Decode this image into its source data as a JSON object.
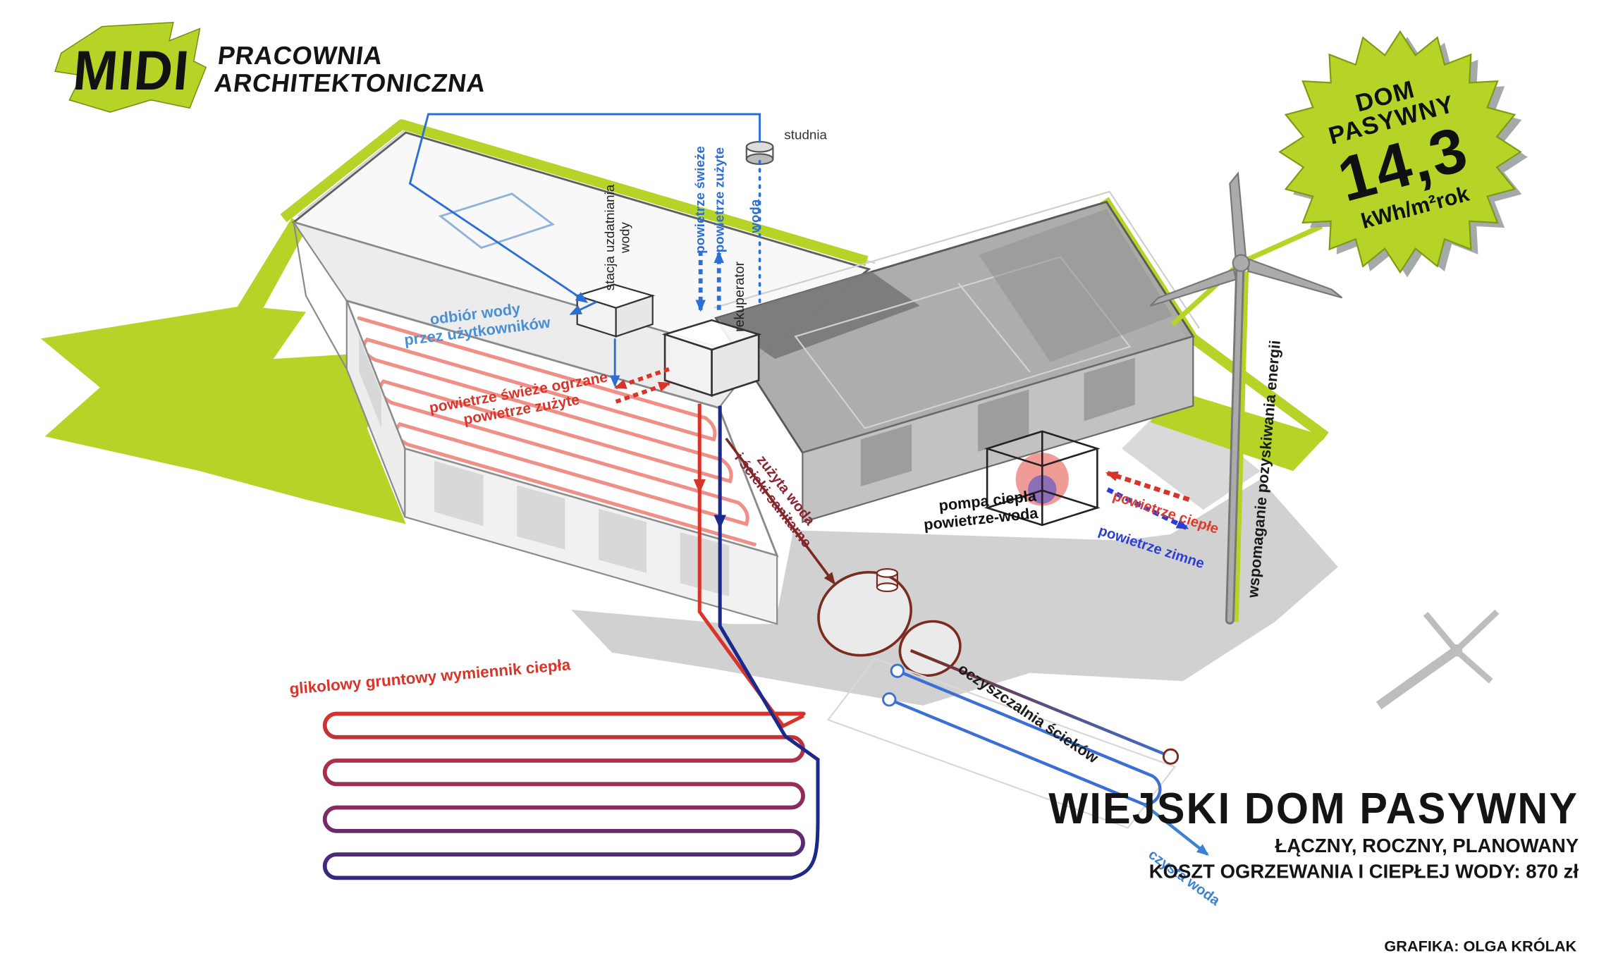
{
  "logo": {
    "brand": "MIDI",
    "studio_line1": "PRACOWNIA",
    "studio_line2": "ARCHITEKTONICZNA"
  },
  "badge": {
    "line1": "DOM",
    "line2": "PASYWNY",
    "value": "14,3",
    "unit": "kWh/m²rok"
  },
  "diagram": {
    "labels": {
      "studnia": "studnia",
      "woda": "woda",
      "powietrze_swieze": "powietrze świeże",
      "powietrze_zuzyte": "powietrze zużyte",
      "stacja_line1": "stacja uzdatniania",
      "stacja_line2": "wody",
      "rekuperator": "rekuperator",
      "odbior_line1": "odbiór wody",
      "odbior_line2": "przez użytkowników",
      "ogrzane_line1": "powietrze świeże ogrzane",
      "ogrzane_line2": "powietrze zużyte",
      "zuzyta_line1": "zużyta woda",
      "zuzyta_line2": "i ścieki sanitarne",
      "pompa_line1": "pompa ciepła",
      "pompa_line2": "powietrze-woda",
      "cieple": "powietrze ciepłe",
      "zimne": "powietrze zimne",
      "glikol": "glikolowy gruntowy wymiennik ciepła",
      "oczyszczalnia": "oczyszczalnia ścieków",
      "czysta": "czysta woda",
      "wspomaganie": "wspomaganie pozyskiwania energii"
    }
  },
  "title_block": {
    "title": "WIEJSKI DOM PASYWNY",
    "subtitle_line1": "ŁĄCZNY, ROCZNY, PLANOWANY",
    "subtitle_line2": "KOSZT OGRZEWANIA I CIEPŁEJ WODY: 870 zł"
  },
  "credit": "GRAFIKA: OLGA KRÓLAK",
  "colors": {
    "lime": "#b5d427",
    "water_blue": "#2b6fd4",
    "hot_red": "#d8352a",
    "return_dark_blue": "#1b2a8a",
    "sewage_maroon": "#7a2a1e",
    "shadow_gray": "#c9c9c9"
  }
}
